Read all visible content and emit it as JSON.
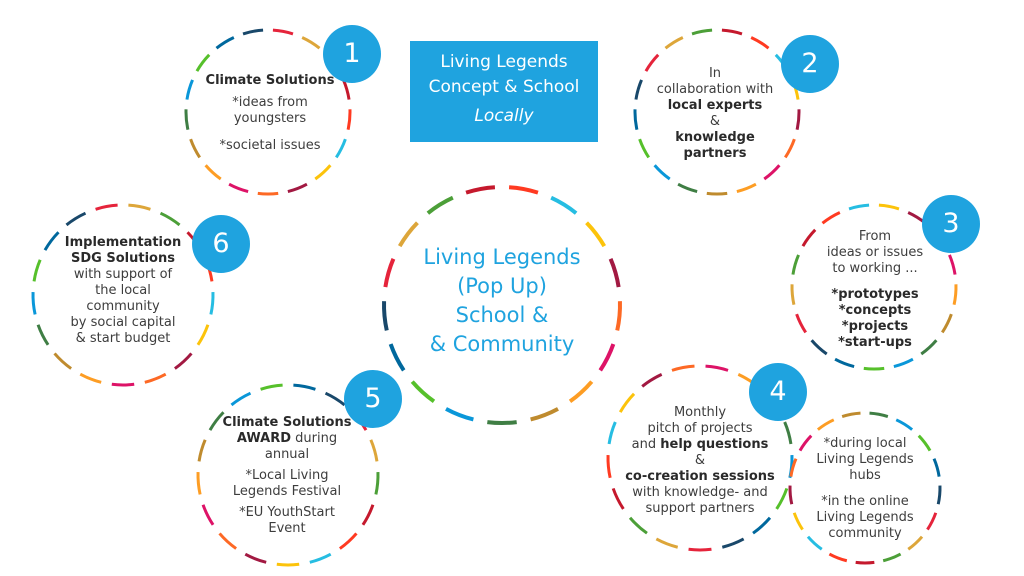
{
  "title_box": {
    "line1": "Living Legends",
    "line2": "Concept & School",
    "line3": "Locally"
  },
  "center": {
    "lines": [
      "Living Legends",
      "(Pop Up)",
      "School &",
      "& Community"
    ]
  },
  "badges": [
    "1",
    "2",
    "3",
    "4",
    "5",
    "6"
  ],
  "circle1": {
    "heading": "Climate Solutions",
    "line1": "*ideas from",
    "line2": "youngsters",
    "line3": "*societal issues"
  },
  "circle2": {
    "line1": "In",
    "line2": "collaboration with",
    "bold1": "local experts",
    "line3": "&",
    "bold2": "knowledge",
    "bold3": "partners"
  },
  "circle3": {
    "line1": "From",
    "line2": "ideas or issues",
    "line3": "to working ...",
    "items": [
      "*prototypes",
      "*concepts",
      "*projects",
      "*start-ups"
    ]
  },
  "circle4": {
    "line1": "Monthly",
    "line2": "pitch of projects",
    "line3a": "and ",
    "line3b": "help questions",
    "line4": "&",
    "bold2": "co-creation sessions",
    "line5": "with knowledge- and",
    "line6": "support partners"
  },
  "circle4b": {
    "line1": "*during local",
    "line2": "Living Legends",
    "line3": "hubs",
    "line4": "*in the online",
    "line5": "Living Legends",
    "line6": "community"
  },
  "circle5": {
    "bold1": "Climate Solutions",
    "bold2": "AWARD",
    "line1": " during",
    "line2": "annual",
    "line3": "*Local Living",
    "line4": "Legends Festival",
    "line5": "*EU YouthStart",
    "line6": "Event"
  },
  "circle6": {
    "bold1": "Implementation",
    "bold2": "SDG Solutions",
    "line1": "with support of",
    "line2": "the local",
    "line3": "community",
    "line4": "by social capital",
    "line5": "& start budget"
  },
  "colors": {
    "accent": "#1fa3df",
    "sdg": [
      "#e5243b",
      "#dda63a",
      "#4c9f38",
      "#c5192d",
      "#ff3a21",
      "#26bde2",
      "#fcc30b",
      "#a21942",
      "#fd6925",
      "#dd1367",
      "#fd9d24",
      "#bf8b2e",
      "#3f7e44",
      "#0a97d9",
      "#56c02b",
      "#00689d",
      "#19486a"
    ]
  }
}
